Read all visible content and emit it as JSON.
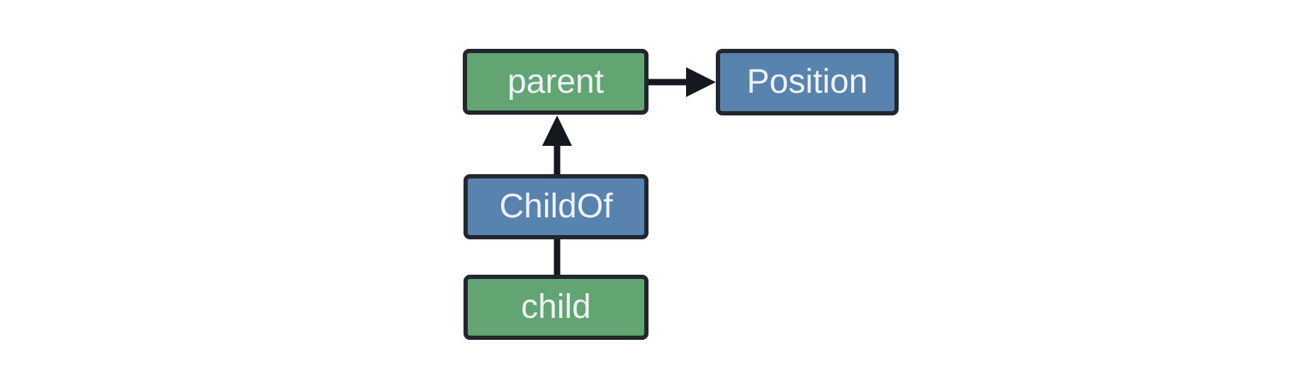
{
  "diagram": {
    "nodes": [
      {
        "id": "parent",
        "label": "parent",
        "kind": "entity"
      },
      {
        "id": "Position",
        "label": "Position",
        "kind": "component"
      },
      {
        "id": "ChildOf",
        "label": "ChildOf",
        "kind": "relationship"
      },
      {
        "id": "child",
        "label": "child",
        "kind": "entity"
      }
    ],
    "edges": [
      {
        "from": "parent",
        "to": "Position",
        "arrow": "right"
      },
      {
        "from": "ChildOf",
        "to": "parent",
        "arrow": "up"
      },
      {
        "from": "child",
        "to": "ChildOf",
        "arrow": "none"
      }
    ]
  },
  "colors": {
    "background": "#ffffff",
    "entity-fill": "#62a573",
    "component-fill": "#5883af",
    "node-border": "#22262e",
    "node-text": "#eef2f8",
    "edge": "#15181e"
  }
}
